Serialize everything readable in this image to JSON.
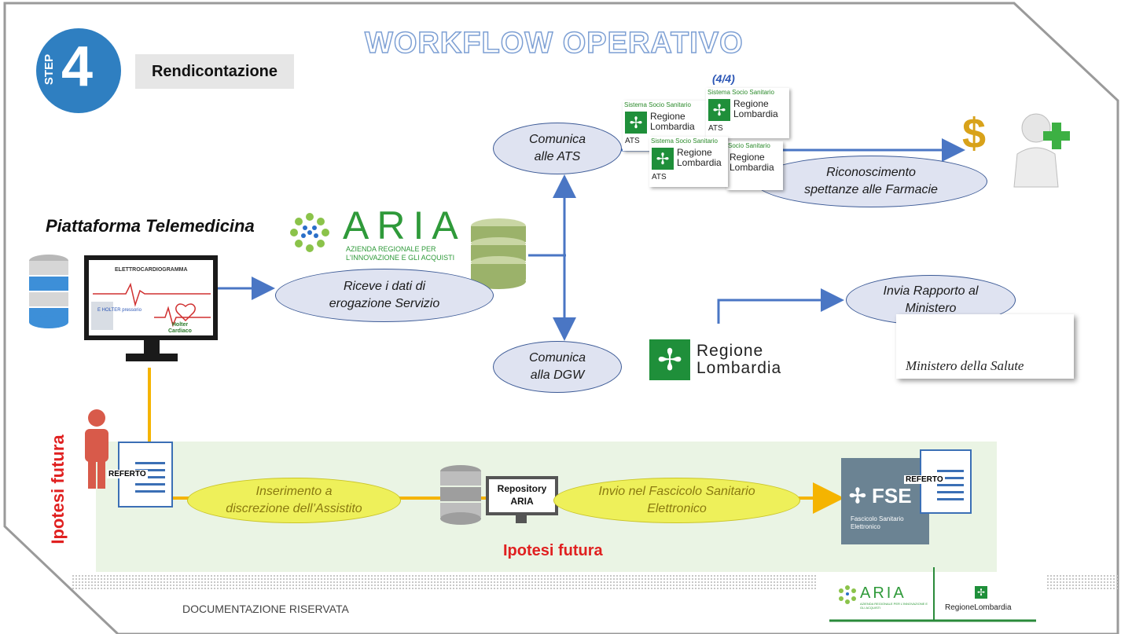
{
  "title": "WORKFLOW OPERATIVO",
  "step": {
    "word": "STEP",
    "number": "4",
    "label": "Rendicontazione"
  },
  "counter": "(4/4)",
  "piattaforma": "Piattaforma Telemedicina",
  "monitor": {
    "ecg": "ELETTROCARDIOGRAMMA",
    "holter_1": "Holter",
    "holter_2": "Cardiaco",
    "holter_small": "E HOLTER pressorio"
  },
  "aria_logo": {
    "name": "ARIA",
    "line1": "AZIENDA REGIONALE PER",
    "line2": "L'INNOVAZIONE E GLI ACQUISTI"
  },
  "nodes": {
    "riceve": [
      "Riceve i dati di",
      "erogazione Servizio"
    ],
    "comunica_ats": [
      "Comunica",
      "alle ATS"
    ],
    "comunica_dgw": [
      "Comunica",
      "alla DGW"
    ],
    "riconoscimento": [
      "Riconoscimento",
      "spettanze alle Farmacie"
    ],
    "invia": [
      "Invia Rapporto al",
      "Ministero"
    ],
    "inserimento": [
      "Inserimento a",
      "discrezione dell’Assistito"
    ],
    "invio_fse": [
      "Invio nel Fascicolo Sanitario",
      "Elettronico"
    ]
  },
  "rl_card": {
    "sistema": "Sistema Socio Sanitario",
    "sistema_short": "Socio Sanitario",
    "regione": "Regione",
    "lombardia": "Lombardia",
    "ats": "ATS"
  },
  "regione_big": {
    "line1": "Regione",
    "line2": "Lombardia"
  },
  "ministero": "Ministero della Salute",
  "dollar": "$",
  "referto": "REFERTO",
  "repository": {
    "line1": "Repository",
    "line2": "ARIA"
  },
  "fse": {
    "name": "FSE",
    "line1": "Fascicolo Sanitario",
    "line2": "Elettronico"
  },
  "ipotesi_vertical": "Ipotesi futura",
  "ipotesi_bottom": "Ipotesi futura",
  "footer": {
    "documentazione": "DOCUMENTAZIONE RISERVATA",
    "aria": "ARIA",
    "aria_sub": "AZIENDA REGIONALE PER L'INNOVAZIONE E GLI ACQUISTI",
    "regione": "RegioneLombardia"
  },
  "colors": {
    "arrow": "#4a76c4",
    "yellow_line": "#f5b400",
    "ellipse_fill": "#dfe3f1",
    "ellipse_yellow": "#eef05a",
    "green_band": "#eaf4e4",
    "red": "#e02020",
    "step_blue": "#2f7fc1"
  }
}
